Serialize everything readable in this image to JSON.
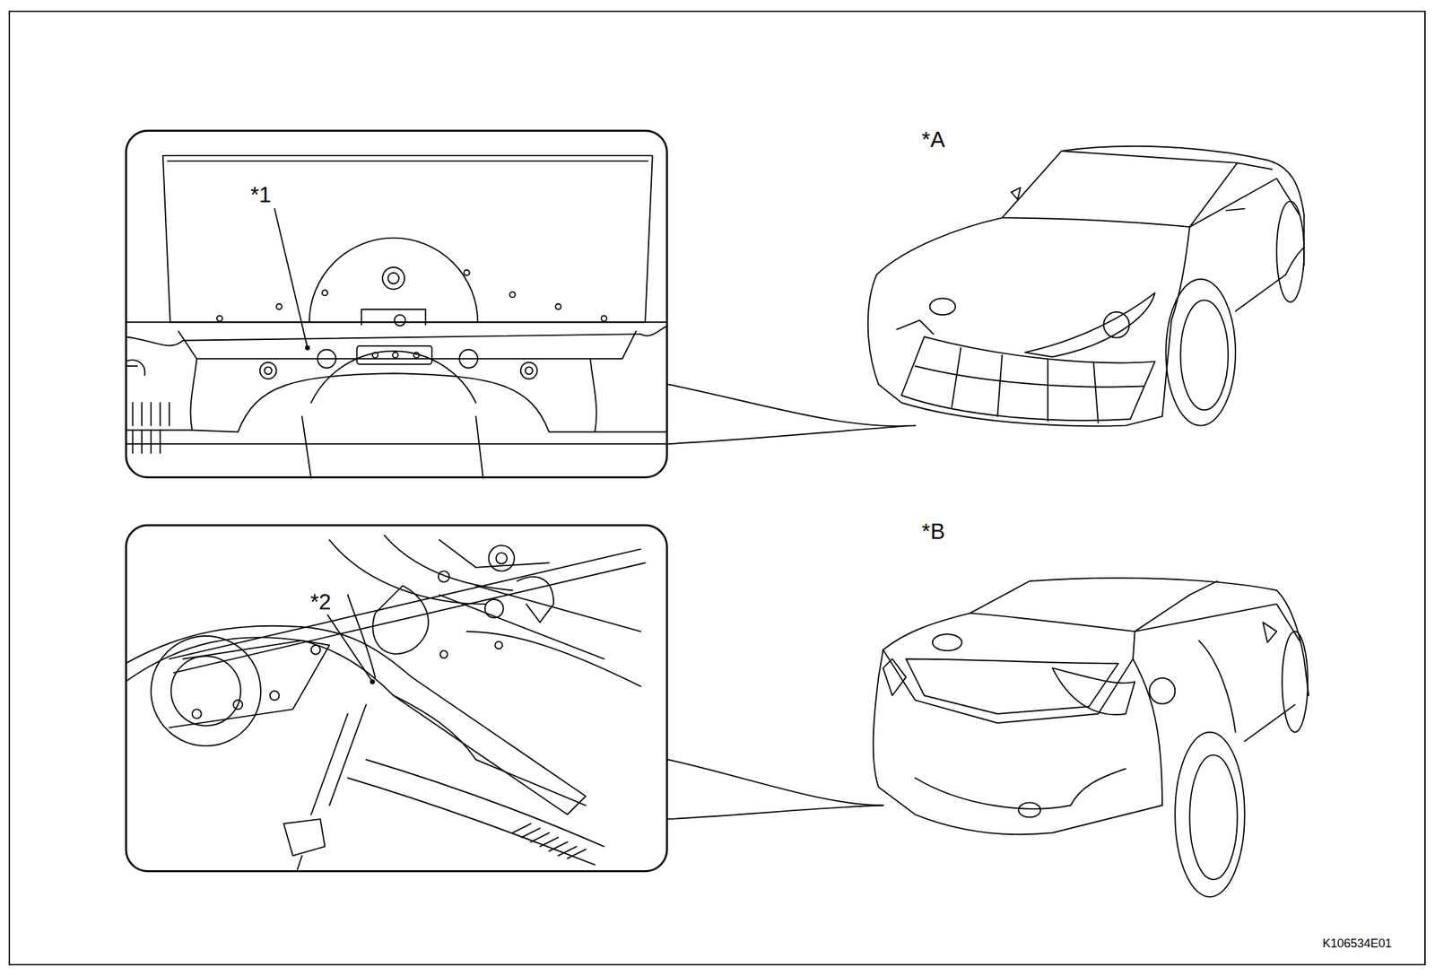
{
  "diagram": {
    "nodes": [
      {
        "text": [
          "*1"
        ]
      },
      {
        "text": [
          "*2"
        ]
      }
    ],
    "labels": [
      "*A",
      "*B",
      "K106534E01"
    ]
  }
}
